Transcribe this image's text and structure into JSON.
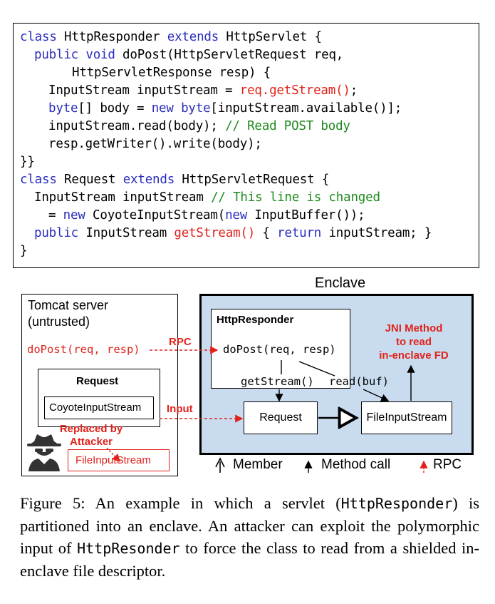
{
  "code": {
    "l1": {
      "kw1": "class",
      "t1": " HttpResponder ",
      "kw2": "extends",
      "t2": " HttpServlet {"
    },
    "l2": {
      "kw1": "public",
      "t1": " ",
      "kw2": "void",
      "t2": " doPost(HttpServletRequest req,"
    },
    "l3": {
      "t1": "HttpServletResponse resp) {"
    },
    "l4": {
      "t1": "InputStream inputStream = ",
      "red": "req.getStream()",
      "t2": ";"
    },
    "l5": {
      "kw1": "byte",
      "t1": "[] body = ",
      "kw2": "new",
      "t2": " ",
      "kw3": "byte",
      "t3": "[inputStream.available()];"
    },
    "l6": {
      "t1": "inputStream.read(body); ",
      "cm": "// Read POST body"
    },
    "l7": {
      "t1": "resp.getWriter().write(body);"
    },
    "l8": {
      "t1": "}}"
    },
    "l9": {
      "kw1": "class",
      "t1": " Request ",
      "kw2": "extends",
      "t2": " HttpServletRequest {"
    },
    "l10": {
      "t1": "InputStream inputStream ",
      "cm": "// This line is changed"
    },
    "l11": {
      "t1": "= ",
      "kw1": "new",
      "t2": " CoyoteInputStream(",
      "kw2": "new",
      "t3": " InputBuffer());"
    },
    "l12": {
      "kw1": "public",
      "t1": " InputStream ",
      "red": "getStream()",
      "t2": " { ",
      "kw2": "return",
      "t3": " inputStream; }"
    },
    "l13": {
      "t1": "}"
    }
  },
  "diagram": {
    "enclave_title": "Enclave",
    "tomcat_title_1": "Tomcat server",
    "tomcat_title_2": "(untrusted)",
    "tomcat_dopost": "doPost(req, resp)",
    "rpc_label": "RPC",
    "input_label": "Input",
    "request_inner_title": "Request",
    "coyote_label": "CoyoteInputStream",
    "replaced_label_1": "Replaced by",
    "replaced_label_2": "Attacker",
    "fileinput_attacker": "FileInputStream",
    "httpresponder_title": "HttpResponder",
    "enclave_dopost": "doPost(req, resp)",
    "getstream_label": "getStream()",
    "readbuf_label": "read(buf)",
    "jni_label_1": "JNI Method",
    "jni_label_2": "to read",
    "jni_label_3": "in-enclave FD",
    "request_enclave": "Request",
    "fileinput_enclave": "FileInputStream",
    "legend_member": "Member",
    "legend_method": "Method call",
    "legend_rpc": "RPC",
    "colors": {
      "enclave_bg": "#c9dcef",
      "accent_red": "#e0221b",
      "keyword_blue": "#2a2dbe",
      "comment_green": "#1e8a1e"
    },
    "icons": [
      "attacker-icon"
    ]
  },
  "caption": {
    "part1": "Figure 5: An example in which a servlet (",
    "code1": "HttpResponder",
    "part2": ") is partitioned into an enclave.  An attacker can exploit the polymorphic input of ",
    "code2": "HttpResonder",
    "part3": " to force the class to read from a shielded in-enclave file descriptor."
  }
}
